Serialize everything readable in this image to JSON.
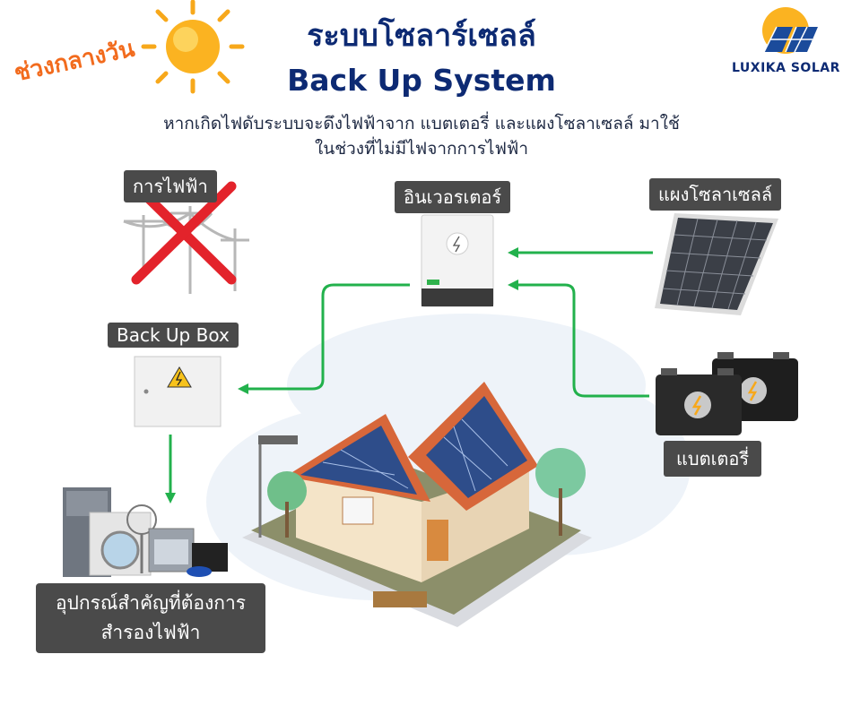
{
  "header": {
    "title_thai": "ระบบโซลาร์เซลล์",
    "title_en": "Back Up System",
    "daytime": "ช่วงกลางวัน",
    "description_line1": "หากเกิดไฟดับระบบจะดึงไฟฟ้าจาก แบตเตอรี่ และแผงโซลาเซลล์ มาใช้",
    "description_line2": "ในช่วงที่ไม่มีไฟจากการไฟฟ้า"
  },
  "logo": {
    "text": "LUXIKA SOLAR"
  },
  "nodes": {
    "grid": "การไฟฟ้า",
    "inverter": "อินเวอรเตอร์",
    "solar_panel": "แผงโซลาเซลล์",
    "backup_box": "Back Up Box",
    "battery": "แบตเตอรี่",
    "appliances_line1": "อุปกรณ์สำคัญที่ต้องการ",
    "appliances_line2": "สำรองไฟฟ้า"
  },
  "colors": {
    "title": "#0d2a73",
    "daytime": "#f26b1d",
    "label_bg": "#4a4a4a",
    "arrow": "#22b14c",
    "cross": "#e3232b"
  },
  "icons": [
    "sun-icon",
    "logo-sun-icon",
    "utility-pole-icon",
    "cross-icon",
    "inverter-icon",
    "solar-panel-icon",
    "backup-box-icon",
    "battery-icon",
    "appliances-icon",
    "house-icon"
  ]
}
